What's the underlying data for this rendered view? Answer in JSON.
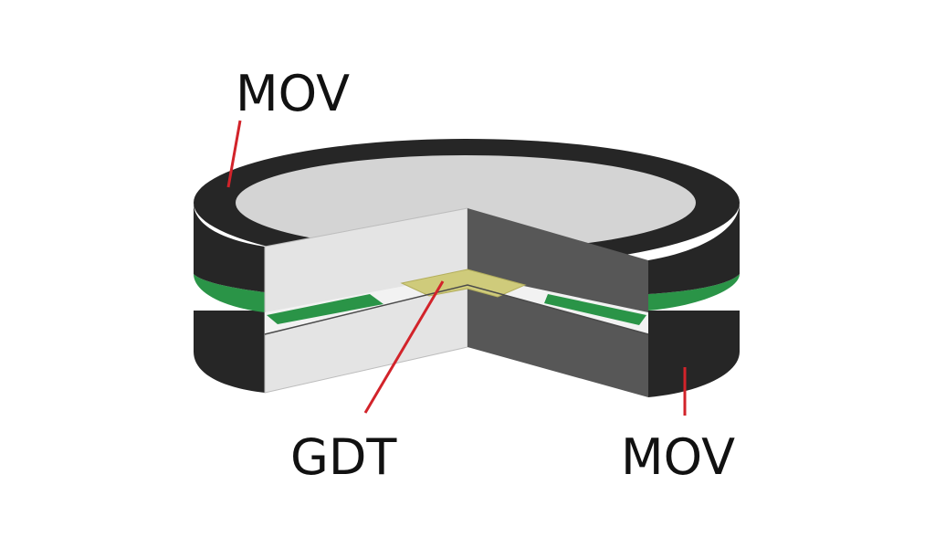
{
  "labels": {
    "mov_top": "MOV",
    "gdt": "GDT",
    "mov_bottom": "MOV"
  },
  "colors": {
    "mov_body": "#262626",
    "mov_cut_face": "#575757",
    "electrode_light": "#e4e4e4",
    "top_surface": "#d4d4d4",
    "separator": "#2a9447",
    "gdt": "#cfcb7b",
    "leader_line": "#d2232a"
  }
}
